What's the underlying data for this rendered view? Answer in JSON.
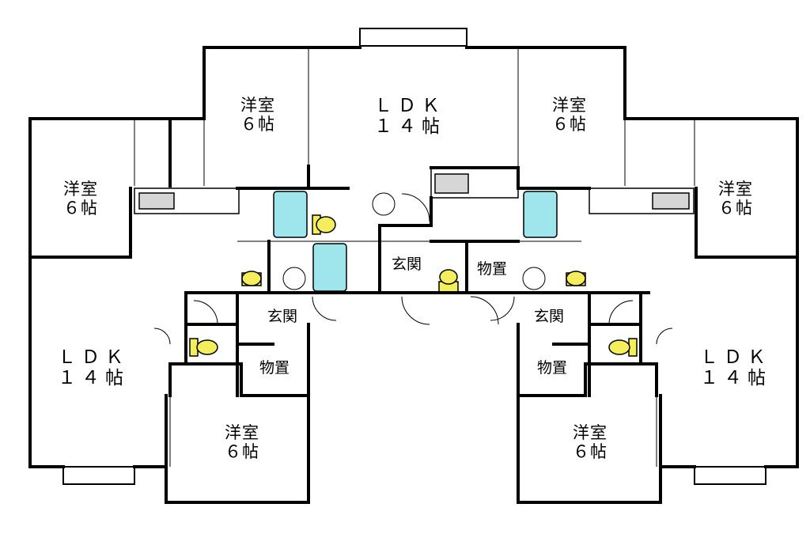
{
  "rooms": {
    "top_ldk": {
      "name": "ＬＤＫ",
      "size": "１４帖"
    },
    "top_left": {
      "name": "洋室",
      "size": "６帖"
    },
    "top_right": {
      "name": "洋室",
      "size": "６帖"
    },
    "left_upper": {
      "name": "洋室",
      "size": "６帖"
    },
    "right_upper": {
      "name": "洋室",
      "size": "６帖"
    },
    "left_ldk": {
      "name": "ＬＤＫ",
      "size": "１４帖"
    },
    "right_ldk": {
      "name": "ＬＤＫ",
      "size": "１４帖"
    },
    "left_lower": {
      "name": "洋室",
      "size": "６帖"
    },
    "right_lower": {
      "name": "洋室",
      "size": "６帖"
    }
  },
  "labels": {
    "entrance": "玄関",
    "storage": "物置"
  },
  "colors": {
    "wall": "#000000",
    "kitchen_counter": "#d6d6d6",
    "bathtub": "#9fe6ec",
    "toilet": "#f5ee5c"
  }
}
